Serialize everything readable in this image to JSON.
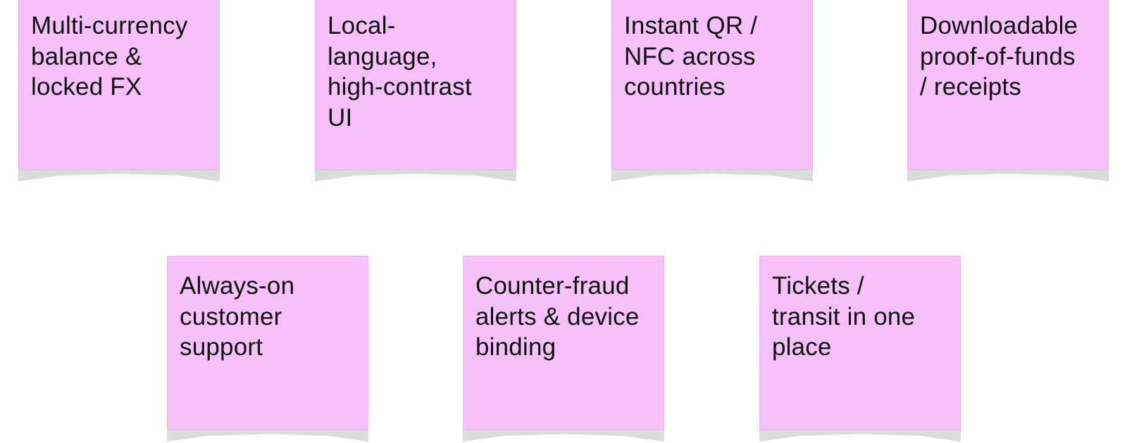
{
  "board": {
    "note_color": "#f6c0fa",
    "shadow_color": "#dcdcdc",
    "notes": [
      {
        "text": "Multi-currency\nbalance &\nlocked FX"
      },
      {
        "text": "Local-\nlanguage,\nhigh-contrast\nUI"
      },
      {
        "text": "Instant QR /\nNFC across\ncountries"
      },
      {
        "text": "Downloadable\nproof-of-funds\n/ receipts"
      },
      {
        "text": "Always-on\ncustomer\nsupport"
      },
      {
        "text": "Counter-fraud\nalerts & device\nbinding"
      },
      {
        "text": "Tickets /\ntransit in one\nplace"
      }
    ]
  }
}
